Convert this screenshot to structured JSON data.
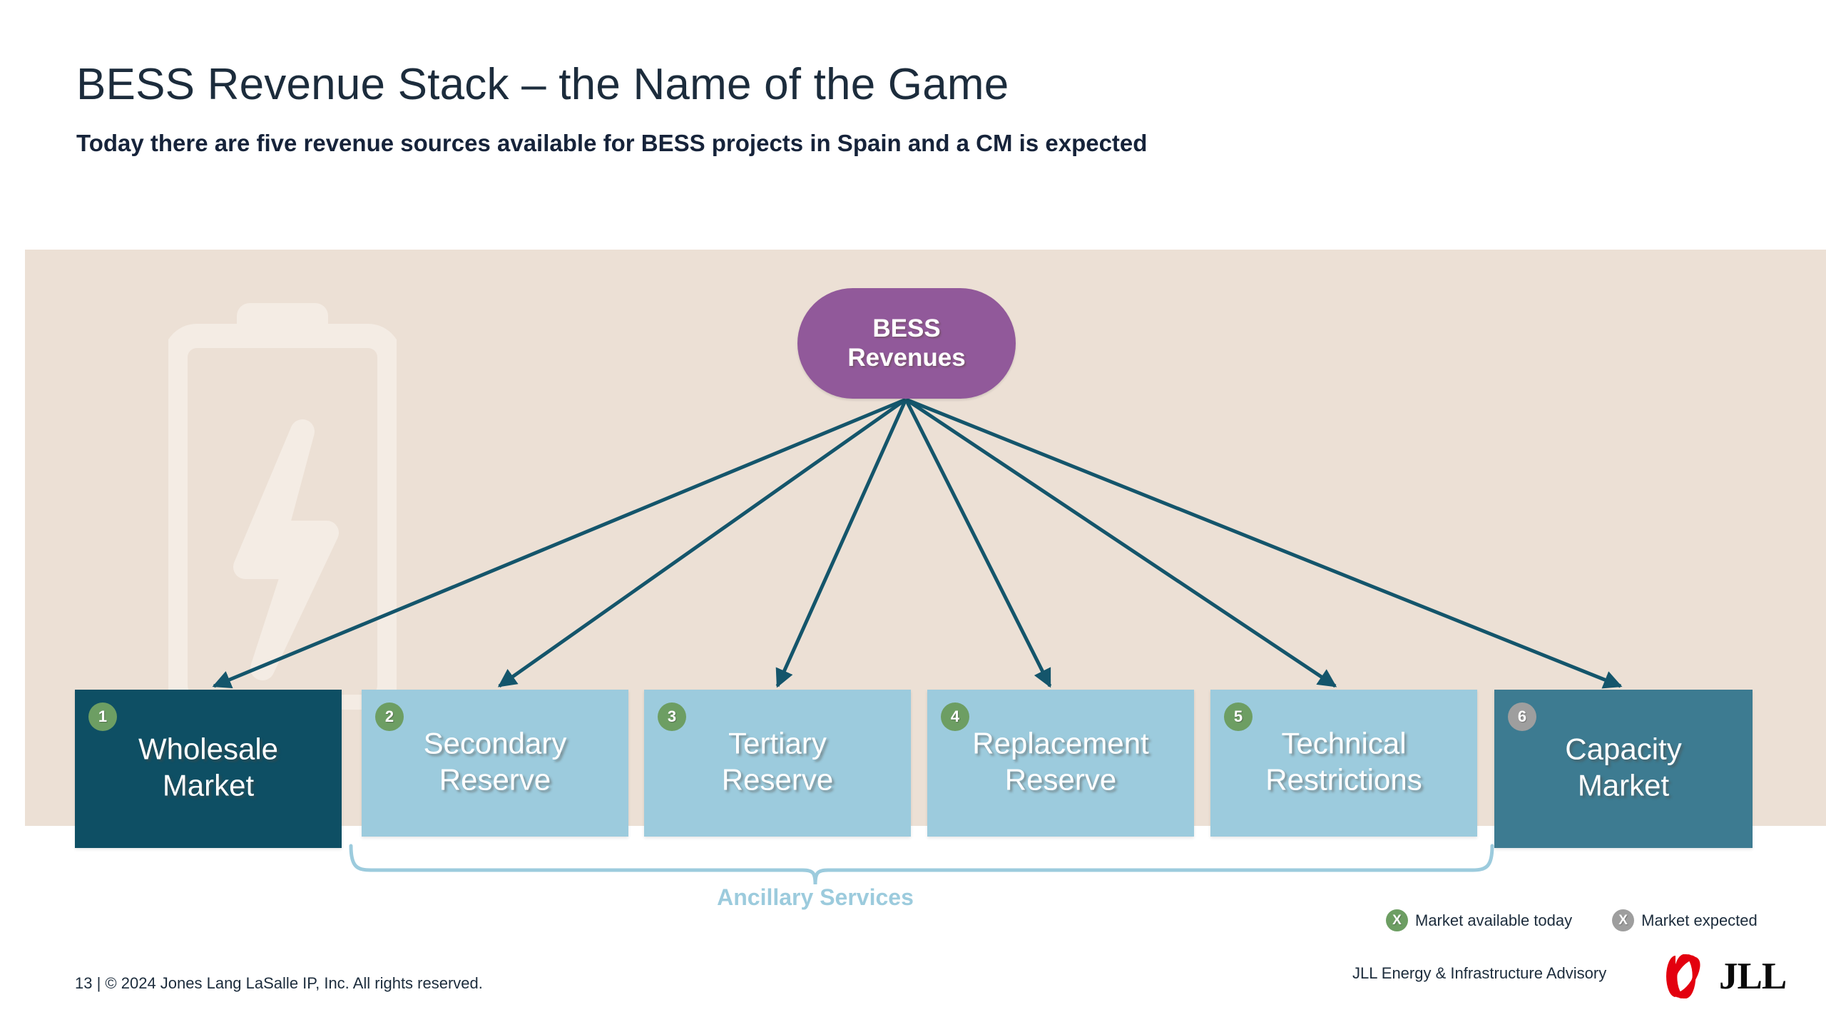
{
  "header": {
    "title": "BESS Revenue Stack – the Name of the Game",
    "subtitle": "Today there are five revenue sources available for BESS projects in Spain and a CM is expected"
  },
  "colors": {
    "band_background": "#ece0d5",
    "hub_purple": "#91599a",
    "dark_teal": "#0e4f64",
    "light_blue": "#9ccbdd",
    "medium_teal": "#3d7b91",
    "badge_green": "#6d9e63",
    "badge_gray": "#9e9e9e",
    "arrow_teal": "#14556b",
    "brace_blue": "#9ccbdd",
    "title_navy": "#1c2c3c",
    "logo_red": "#e3000f"
  },
  "hub": {
    "line1": "BESS",
    "line2": "Revenues"
  },
  "revenue_boxes": [
    {
      "number": "1",
      "line1": "Wholesale",
      "line2": "Market",
      "fill": "#0e4f64",
      "badge_fill": "#6d9e63",
      "status": "available"
    },
    {
      "number": "2",
      "line1": "Secondary",
      "line2": "Reserve",
      "fill": "#9ccbdd",
      "badge_fill": "#6d9e63",
      "status": "available"
    },
    {
      "number": "3",
      "line1": "Tertiary",
      "line2": "Reserve",
      "fill": "#9ccbdd",
      "badge_fill": "#6d9e63",
      "status": "available"
    },
    {
      "number": "4",
      "line1": "Replacement",
      "line2": "Reserve",
      "fill": "#9ccbdd",
      "badge_fill": "#6d9e63",
      "status": "available"
    },
    {
      "number": "5",
      "line1": "Technical",
      "line2": "Restrictions",
      "fill": "#9ccbdd",
      "badge_fill": "#6d9e63",
      "status": "available"
    },
    {
      "number": "6",
      "line1": "Capacity",
      "line2": "Market",
      "fill": "#3d7b91",
      "badge_fill": "#9e9e9e",
      "status": "expected"
    }
  ],
  "grouping": {
    "brace_label": "Ancillary Services",
    "brace_covers": [
      "2",
      "3",
      "4",
      "5"
    ]
  },
  "legend": {
    "items": [
      {
        "mark": "X",
        "mark_color": "#6d9e63",
        "label": "Market available today"
      },
      {
        "mark": "X",
        "mark_color": "#9e9e9e",
        "label": "Market expected"
      }
    ]
  },
  "footer": {
    "page_number": "13",
    "separator": "|",
    "copyright": "© 2024 Jones Lang LaSalle IP, Inc. All rights reserved.",
    "copyright_full": "13  |  © 2024 Jones Lang LaSalle IP, Inc. All rights reserved.",
    "advisory": "JLL Energy & Infrastructure Advisory",
    "logo_text": "JLL"
  },
  "watermark": {
    "icon": "battery-lightning-bolt"
  }
}
